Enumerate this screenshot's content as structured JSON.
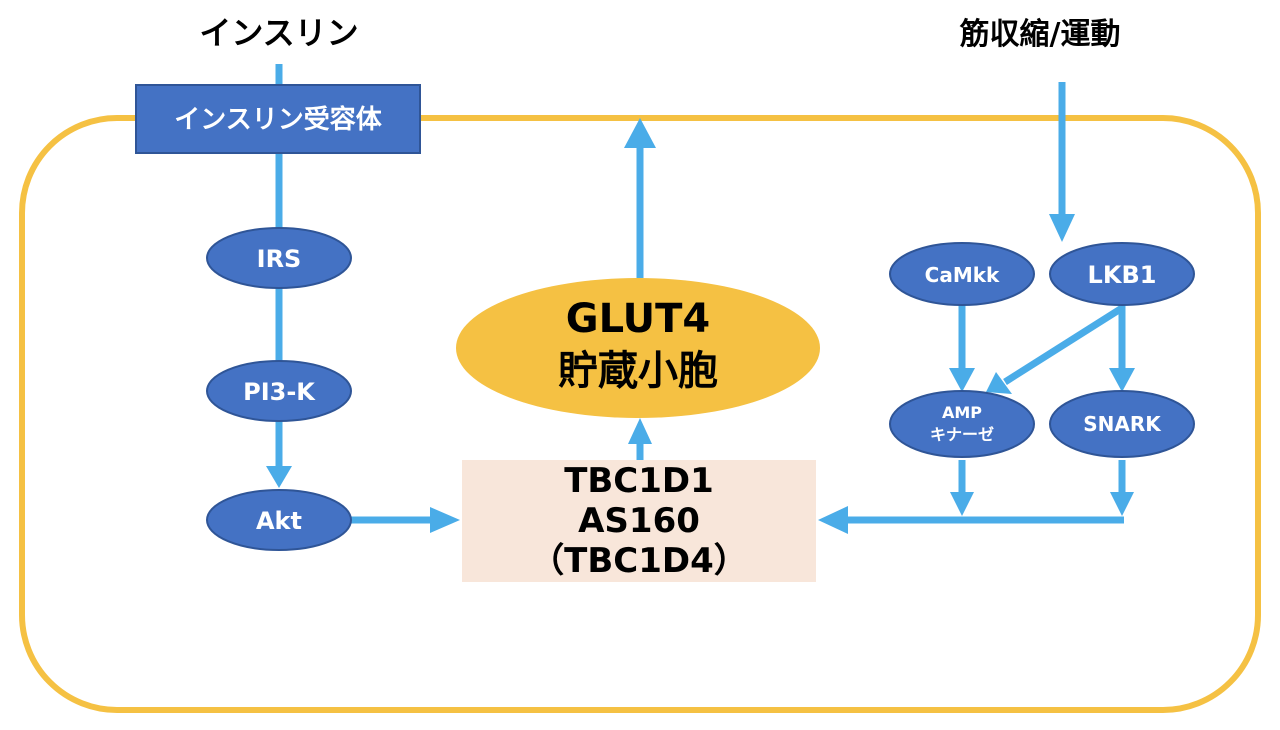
{
  "inputs": {
    "insulin": "インスリン",
    "contraction": "筋収縮/運動"
  },
  "receptor": "インスリン受容体",
  "insulin_path": {
    "irs": "IRS",
    "pi3k": "PI3-K",
    "akt": "Akt"
  },
  "glut4": {
    "line1": "GLUT4",
    "line2": "貯蔵小胞"
  },
  "tbc": {
    "line1": "TBC1D1",
    "line2": "AS160",
    "line3": "（TBC1D4）"
  },
  "contraction_path": {
    "camkk": "CaMkk",
    "lkb1": "LKB1",
    "ampk_line1": "AMP",
    "ampk_line2": "キナーゼ",
    "snark": "SNARK"
  },
  "colors": {
    "cell_border": "#F5C143",
    "node_fill": "#4472C4",
    "node_stroke": "#2F5597",
    "arrow": "#4AACE8",
    "glut4_fill": "#F5C143",
    "tbc_fill": "#F8E6DA"
  }
}
